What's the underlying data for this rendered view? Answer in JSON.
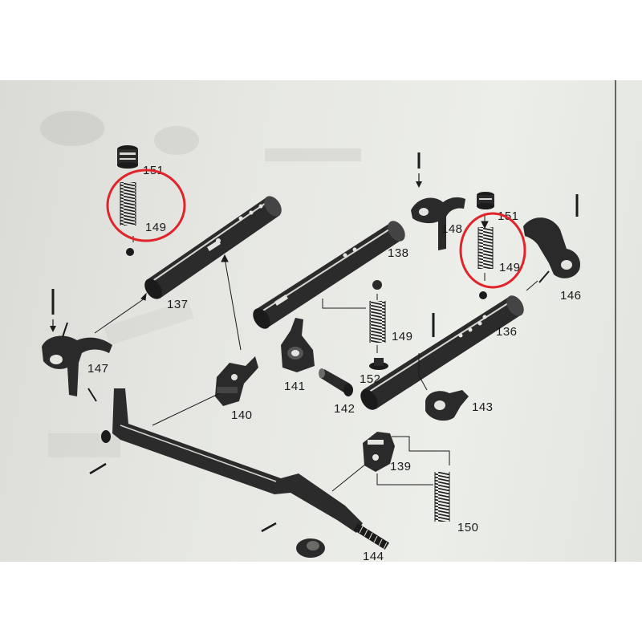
{
  "colors": {
    "ink": "#1b1b1b",
    "paper": "#e4e5e0",
    "highlight_circle": "#e0242a"
  },
  "part_labels": {
    "p151_left": "151",
    "p149_left": "149",
    "p137": "137",
    "p147": "147",
    "p140": "140",
    "p138": "138",
    "p149_mid": "149",
    "p141": "141",
    "p152": "152",
    "p142": "142",
    "p148": "148",
    "p151_right": "151",
    "p149_right": "149",
    "p146": "146",
    "p136": "136",
    "p143": "143",
    "p139": "139",
    "p150": "150",
    "p144": "144"
  },
  "highlighted_parts": [
    "149",
    "149"
  ]
}
